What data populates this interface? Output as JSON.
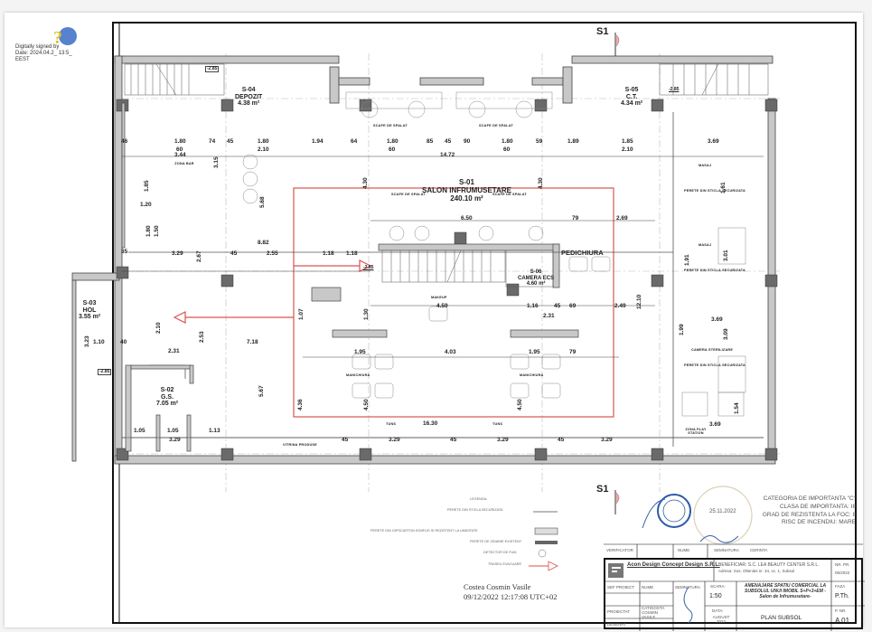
{
  "signature_stamp": {
    "text": "Digitally signed by\nDate: 2024.04.2_ 13:5_\nEEST"
  },
  "drawing": {
    "section_marker": "S1",
    "rooms": [
      {
        "id": "S-01",
        "name": "SALON INFRUMUSETARE",
        "area": "240.10 m²"
      },
      {
        "id": "S-02",
        "name": "G.S.",
        "area": "7.05 m²"
      },
      {
        "id": "S-03",
        "name": "HOL",
        "area": "3.55 m²"
      },
      {
        "id": "S-04",
        "name": "DEPOZIT",
        "area": "4.38 m²"
      },
      {
        "id": "S-05",
        "name": "C.T.",
        "area": "4.34 m²"
      },
      {
        "id": "S-06",
        "name": "CAMERA ECS",
        "area": "4.60 m²"
      }
    ],
    "zones": {
      "pedichiura": "PEDICHIURA",
      "makeup": "MAKEUP",
      "manichiura": "MANICHIURA",
      "scafe": "SCAFE DE SPALAT",
      "zona_bar": "ZONA BAR",
      "masaj": "MASAJ",
      "camera_sterilizare": "CAMERA STERILIZARE",
      "play_station": "ZONA PLAY STATION",
      "tuns": "TUNS",
      "vitrina": "VITRINA PRODUSE",
      "perete": "PERETE DIN STICLA SECURIZATA"
    },
    "levels": {
      "stair": "-2.85"
    },
    "dimensions": {
      "top_row": [
        "46",
        "1.80",
        "74",
        "45",
        "1.80",
        "1.94",
        "64",
        "1.80",
        "85",
        "45",
        "90",
        "1.80",
        "59",
        "1.89",
        "1.85",
        "3.69"
      ],
      "top_row_sub": [
        "60",
        "2.10",
        "60",
        "60",
        "2.10"
      ],
      "salon_width": "14.72",
      "area_bar": "3.44",
      "v_315": "3.15",
      "v_185": "1.85",
      "v_568": "5.68",
      "v_430": "4.30",
      "w_120": "1.20",
      "v_180": "1.80",
      "v_150": "1.50",
      "v_267": "2.67",
      "w_882": "8.82",
      "row_mid": [
        "35",
        "3.29",
        "45",
        "2.55",
        "1.18",
        "1.18"
      ],
      "w_650": "6.50",
      "w_79": "79",
      "w_269": "2.69",
      "w_459": "4.59",
      "w_116": "1.16",
      "w_45": "45",
      "w_69": "69",
      "w_249": "2.49",
      "w_231": "2.31",
      "w_195": "1.95",
      "w_403": "4.03",
      "v_450": "4.50",
      "v_436": "4.36",
      "v_107": "1.07",
      "v_130": "1.30",
      "v_253": "2.53",
      "w_718": "7.18",
      "v_567": "5.67",
      "w_110": "1.10",
      "w_40": "40",
      "w_231b": "2.31",
      "v_323": "3.23",
      "v_210": "2.10",
      "w_105": "1.05",
      "w_113": "1.13",
      "bottom_row": [
        "3.29",
        "45",
        "3.29",
        "45",
        "3.29",
        "45",
        "3.29"
      ],
      "w_1630": "16.30",
      "v_301": "3.01",
      "v_309": "3.09",
      "v_161": "1.61",
      "v_154": "1.54",
      "v_191": "1.91",
      "v_199": "1.99",
      "v_1210": "12.10",
      "w_369": "3.69"
    }
  },
  "legend": {
    "title": "LEGENDA:",
    "items": [
      "PERETE DIN STICLA SECURIZATA",
      "PERETE DIN GIPSCARTON IGNIFUG SI REZISTENT LA UMIDITATE",
      "PERETE DE ZIDARIE EXISTENT",
      "DETECTOR DE FUM",
      "TRASEU EVACUARE"
    ]
  },
  "stamps": {
    "date_handwritten": "25.11.2022"
  },
  "info_block": {
    "lines": [
      "CATEGORIA DE IMPORTANTA \"C\"",
      "CLASA DE IMPORTANTA: III",
      "GRAD DE REZISTENTA LA FOC: II",
      "RISC DE INCENDIU: MARE"
    ]
  },
  "signature_footer": {
    "name": "Costea Cosmin Vasile",
    "timestamp": "09/12/2022 12:17:08 UTC+02"
  },
  "title_block": {
    "verificator": "VERIFICATOR",
    "nume": "NUME",
    "semnatura": "SEMNATURA",
    "cerinta": "CERINTA",
    "company": "Acon Design Concept Design S.R.L.",
    "beneficiar": "BENEFICIAR: S.C. LEA BEAUTY CENTER S.R.L.",
    "adresa": "Adresa: Sos. Oltenitei nr. 34, sc. 1, Subsol",
    "nr_pr_label": "NR. PR.",
    "nr_pr": "06/2022",
    "sef_proiect": "SEF PROIECT",
    "sef_name": "CATIGOSTA COSMIN VASILE",
    "proiectat": "PROIECTAT",
    "desenat": "DESENAT",
    "scara_label": "SCARA:",
    "scara": "1:50",
    "data_label": "DATA:",
    "data": "AUGUST 2022",
    "project_title": "AMENAJARE SPATIU COMERCIAL LA SUBSOLUL UNUI IMOBIL S+P+3+EM - Salon de Infrumusetare-",
    "faza_label": "FAZA",
    "faza": "P.Th.",
    "sheet_title": "PLAN SUBSOL",
    "plansa_label": "P. NR.",
    "plansa": "A 01"
  },
  "colors": {
    "wall_fill": "#9a9a9a",
    "wall_dark": "#5a5a5a",
    "red_outline": "#d9534f",
    "stamp_blue": "#2c5aa8",
    "line": "#333333"
  }
}
